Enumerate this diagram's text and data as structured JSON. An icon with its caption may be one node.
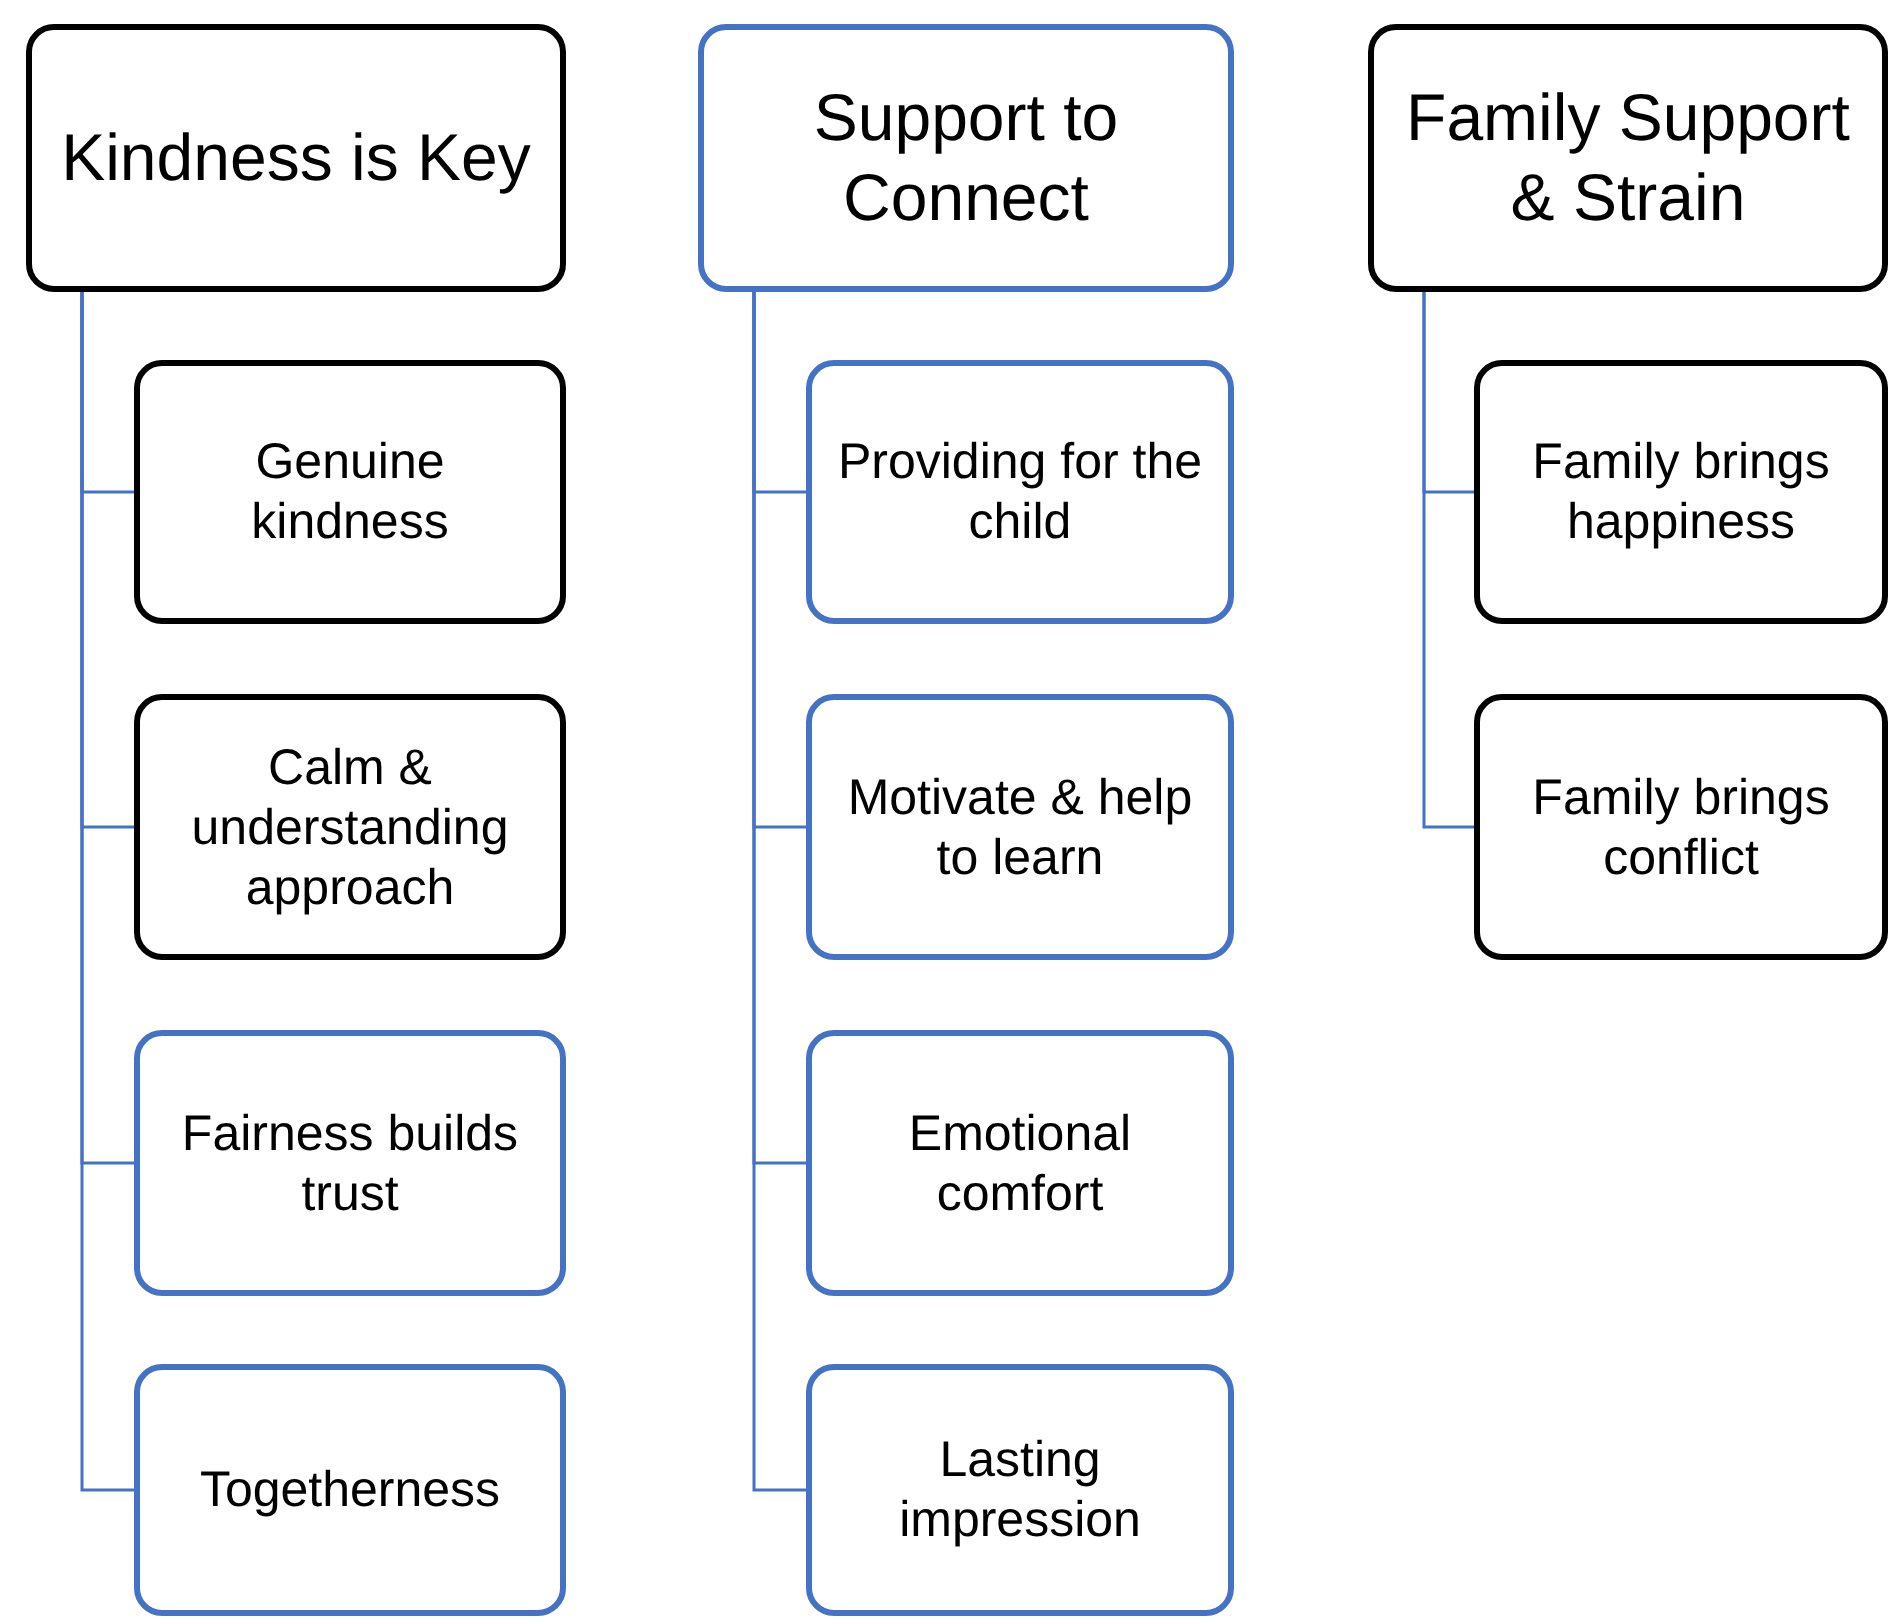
{
  "diagram": {
    "nodes": [
      {
        "text": [
          "Kindness is Key"
        ]
      },
      {
        "text": [
          "Genuine kindness"
        ]
      },
      {
        "text": [
          "Calm & understanding approach"
        ]
      },
      {
        "text": [
          "Fairness builds trust"
        ]
      },
      {
        "text": [
          "Togetherness"
        ]
      },
      {
        "text": [
          "Support to Connect"
        ]
      },
      {
        "text": [
          "Providing for the child"
        ]
      },
      {
        "text": [
          "Motivate & help to learn"
        ]
      },
      {
        "text": [
          "Emotional comfort"
        ]
      },
      {
        "text": [
          "Lasting impression"
        ]
      },
      {
        "text": [
          "Family Support & Strain"
        ]
      },
      {
        "text": [
          "Family brings happiness"
        ]
      },
      {
        "text": [
          "Family brings conflict"
        ]
      }
    ],
    "edges": [
      {
        "from": 0,
        "to": 1,
        "arrow": "none"
      },
      {
        "from": 0,
        "to": 2,
        "arrow": "none"
      },
      {
        "from": 0,
        "to": 3,
        "arrow": "none"
      },
      {
        "from": 0,
        "to": 4,
        "arrow": "none"
      },
      {
        "from": 5,
        "to": 6,
        "arrow": "none"
      },
      {
        "from": 5,
        "to": 7,
        "arrow": "none"
      },
      {
        "from": 5,
        "to": 8,
        "arrow": "none"
      },
      {
        "from": 5,
        "to": 9,
        "arrow": "none"
      },
      {
        "from": 10,
        "to": 11,
        "arrow": "none"
      },
      {
        "from": 10,
        "to": 12,
        "arrow": "none"
      }
    ]
  }
}
